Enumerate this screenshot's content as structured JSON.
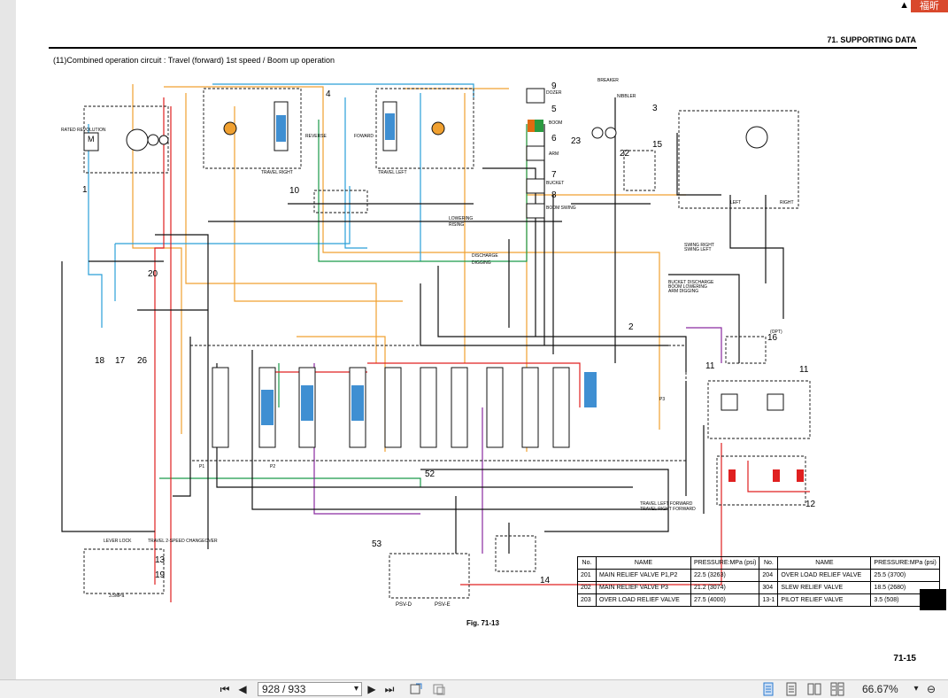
{
  "window": {
    "corner_badge": "福昕",
    "corner_arrow": "▲"
  },
  "page": {
    "section_header": "71. SUPPORTING DATA",
    "caption": "(11)Combined operation circuit : Travel (forward) 1st speed / Boom up operation",
    "figure_caption": "Fig. 71-13",
    "page_number": "71-15"
  },
  "diagram": {
    "callouts": [
      "1",
      "2",
      "3",
      "4",
      "5",
      "6",
      "7",
      "8",
      "9",
      "10",
      "11",
      "11",
      "12",
      "13",
      "14",
      "15",
      "16",
      "17",
      "18",
      "19",
      "20",
      "22",
      "23",
      "26",
      "52",
      "53"
    ],
    "labels": {
      "motor": "M",
      "rated_rev": "RATED REVOLUTION",
      "swing_right": "SWING RIGHT",
      "swing_left": "SWING LEFT",
      "lowering": "LOWERING",
      "rising": "RISING",
      "discharge": "DISCHARGE",
      "digging": "DIGGING",
      "bucket_discharge": "BUCKET DISCHARGE",
      "boom_lowering": "BOOM LOWERING",
      "arm_digging": "ARM DIGGING",
      "travel_left_forward": "TRAVEL LEFT FORWARD",
      "travel_right_forward": "TRAVEL RIGHT FORWARD",
      "left": "LEFT",
      "right": "RIGHT",
      "travel_right": "TRAVEL RIGHT",
      "travel_left": "TRAVEL LEFT",
      "reverse": "REVERSE",
      "forward": "FOWARD",
      "dozer": "DOZER",
      "boom": "BOOM",
      "arm": "ARM",
      "bucket": "BUCKET",
      "boom_swing": "BOOM SWING",
      "breaker": "BREAKER",
      "nibbler": "NIBBLER",
      "lever_lock": "LEVER LOCK",
      "travel_changeover": "TRAVEL 2-SPEED CHANGEOVER",
      "psv_d": "PSV-D",
      "psv_e": "PSV-E",
      "opt": "(OPT)",
      "p1": "P1",
      "p2": "P2",
      "p3": "P3",
      "pilot_pressure": "3.5MPa"
    }
  },
  "legend": {
    "headers": [
      "No.",
      "NAME",
      "PRESSURE:MPa (psi)",
      "No.",
      "NAME",
      "PRESSURE:MPa (psi)"
    ],
    "rows": [
      [
        "201",
        "MAIN RELIEF VALVE P1,P2",
        "22.5 (3263)",
        "204",
        "OVER LOAD RELIEF VALVE",
        "25.5 (3700)"
      ],
      [
        "202",
        "MAIN RELIEF VALVE P3",
        "21.2 (3074)",
        "304",
        "SLEW RELIEF VALVE",
        "18.5 (2680)"
      ],
      [
        "203",
        "OVER LOAD RELIEF VALVE",
        "27.5 (4000)",
        "13-1",
        "PILOT RELIEF VALVE",
        "3.5 (508)"
      ]
    ]
  },
  "toolbar": {
    "first_page": "⏮",
    "prev_page": "◀",
    "page_current": "928",
    "page_separator": "/",
    "page_total": "933",
    "dropdown": "▾",
    "next_page": "▶",
    "last_page": "⏭",
    "zoom": "66.67%",
    "zoom_dropdown": "▾",
    "zoom_out": "⊖"
  }
}
